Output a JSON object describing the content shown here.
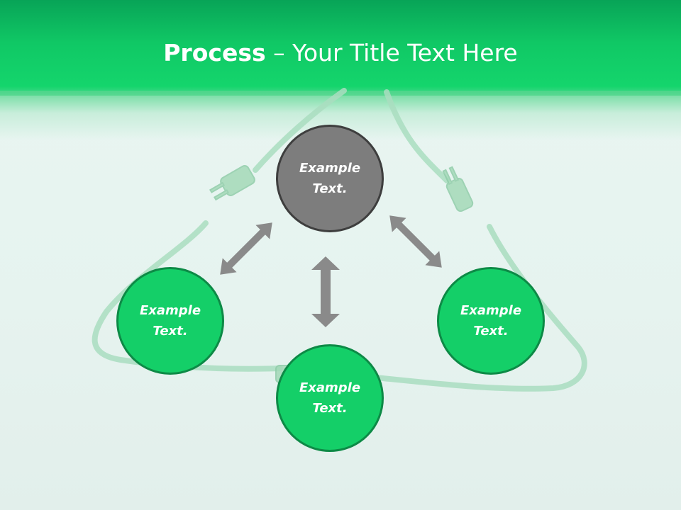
{
  "slide": {
    "title_bold": "Process",
    "title_rest": " – Your Title Text Here"
  },
  "nodes": {
    "top": {
      "label": "Example Text.",
      "color": "#7d7d7d"
    },
    "left": {
      "label": "Example Text.",
      "color": "#14cf68"
    },
    "right": {
      "label": "Example Text.",
      "color": "#14cf68"
    },
    "bottom": {
      "label": "Example Text.",
      "color": "#14cf68"
    }
  },
  "colors": {
    "header": "#10c865",
    "accent_green": "#14cf68",
    "gray_node": "#7d7d7d",
    "arrow": "#8a8a8a",
    "cable": "#a7dcbc"
  }
}
